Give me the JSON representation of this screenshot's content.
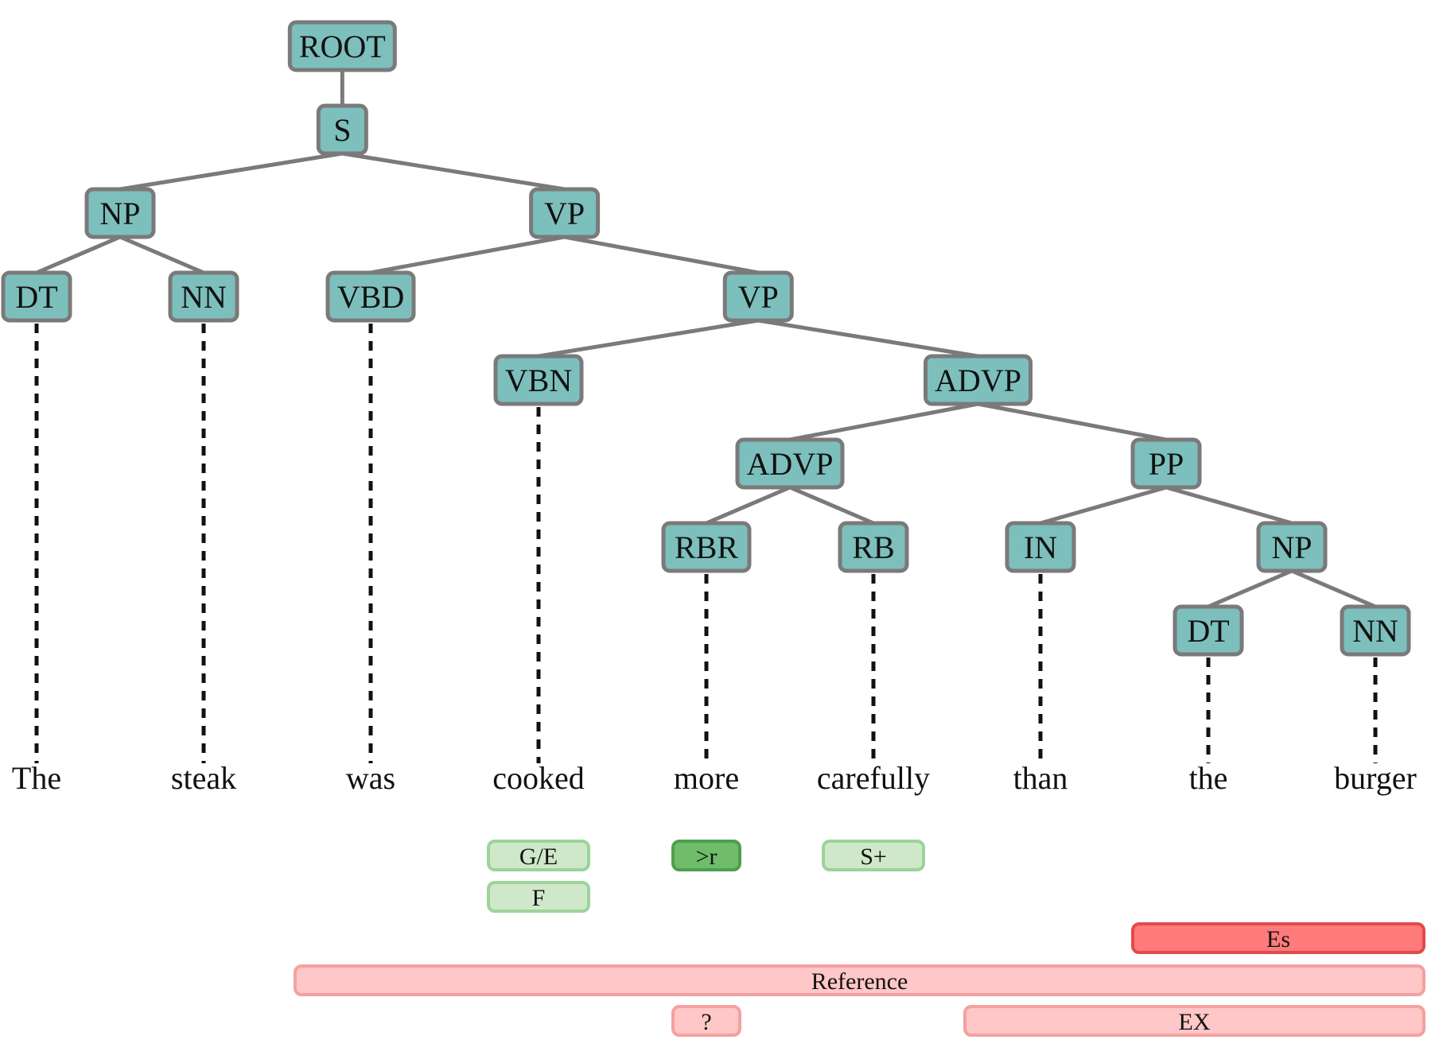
{
  "colors": {
    "node_fill": "#7dbfbc",
    "node_stroke": "#7a7a7a",
    "edge": "#7a7a7a",
    "green_light_fill": "#cfe8c9",
    "green_light_stroke": "#9cd39a",
    "green_dark_fill": "#6fbd6b",
    "green_dark_stroke": "#4f9e4f",
    "red_light_fill": "#ffc7c7",
    "red_light_stroke": "#f5a0a0",
    "red_dark_fill": "#ff7a7a",
    "red_dark_stroke": "#e24b4b"
  },
  "words": [
    "The",
    "steak",
    "was",
    "cooked",
    "more",
    "carefully",
    "than",
    "the",
    "burger"
  ],
  "tree": {
    "label": "ROOT",
    "children": [
      {
        "label": "S",
        "children": [
          {
            "label": "NP",
            "children": [
              {
                "label": "DT",
                "word": 0
              },
              {
                "label": "NN",
                "word": 1
              }
            ]
          },
          {
            "label": "VP",
            "children": [
              {
                "label": "VBD",
                "word": 2
              },
              {
                "label": "VP",
                "children": [
                  {
                    "label": "VBN",
                    "word": 3
                  },
                  {
                    "label": "ADVP",
                    "children": [
                      {
                        "label": "ADVP",
                        "children": [
                          {
                            "label": "RBR",
                            "word": 4
                          },
                          {
                            "label": "RB",
                            "word": 5
                          }
                        ]
                      },
                      {
                        "label": "PP",
                        "children": [
                          {
                            "label": "IN",
                            "word": 6
                          },
                          {
                            "label": "NP",
                            "children": [
                              {
                                "label": "DT",
                                "word": 7
                              },
                              {
                                "label": "NN",
                                "word": 8
                              }
                            ]
                          }
                        ]
                      }
                    ]
                  }
                ]
              }
            ]
          }
        ]
      }
    ]
  },
  "annotations": [
    {
      "label": "G/E",
      "from": 3,
      "to": 3,
      "row": 0,
      "style": "green_light"
    },
    {
      "label": ">r",
      "from": 4,
      "to": 4,
      "row": 0,
      "style": "green_dark"
    },
    {
      "label": "S+",
      "from": 5,
      "to": 5,
      "row": 0,
      "style": "green_light"
    },
    {
      "label": "F",
      "from": 3,
      "to": 3,
      "row": 1,
      "style": "green_light"
    },
    {
      "label": "Es",
      "from": 7,
      "to": 8,
      "row": 2,
      "style": "red_dark"
    },
    {
      "label": "Reference",
      "from": 2,
      "to": 8,
      "row": 3,
      "style": "red_light"
    },
    {
      "label": "?",
      "from": 4,
      "to": 4,
      "row": 4,
      "style": "red_light"
    },
    {
      "label": "EX",
      "from": 6,
      "to": 8,
      "row": 4,
      "style": "red_light"
    }
  ]
}
